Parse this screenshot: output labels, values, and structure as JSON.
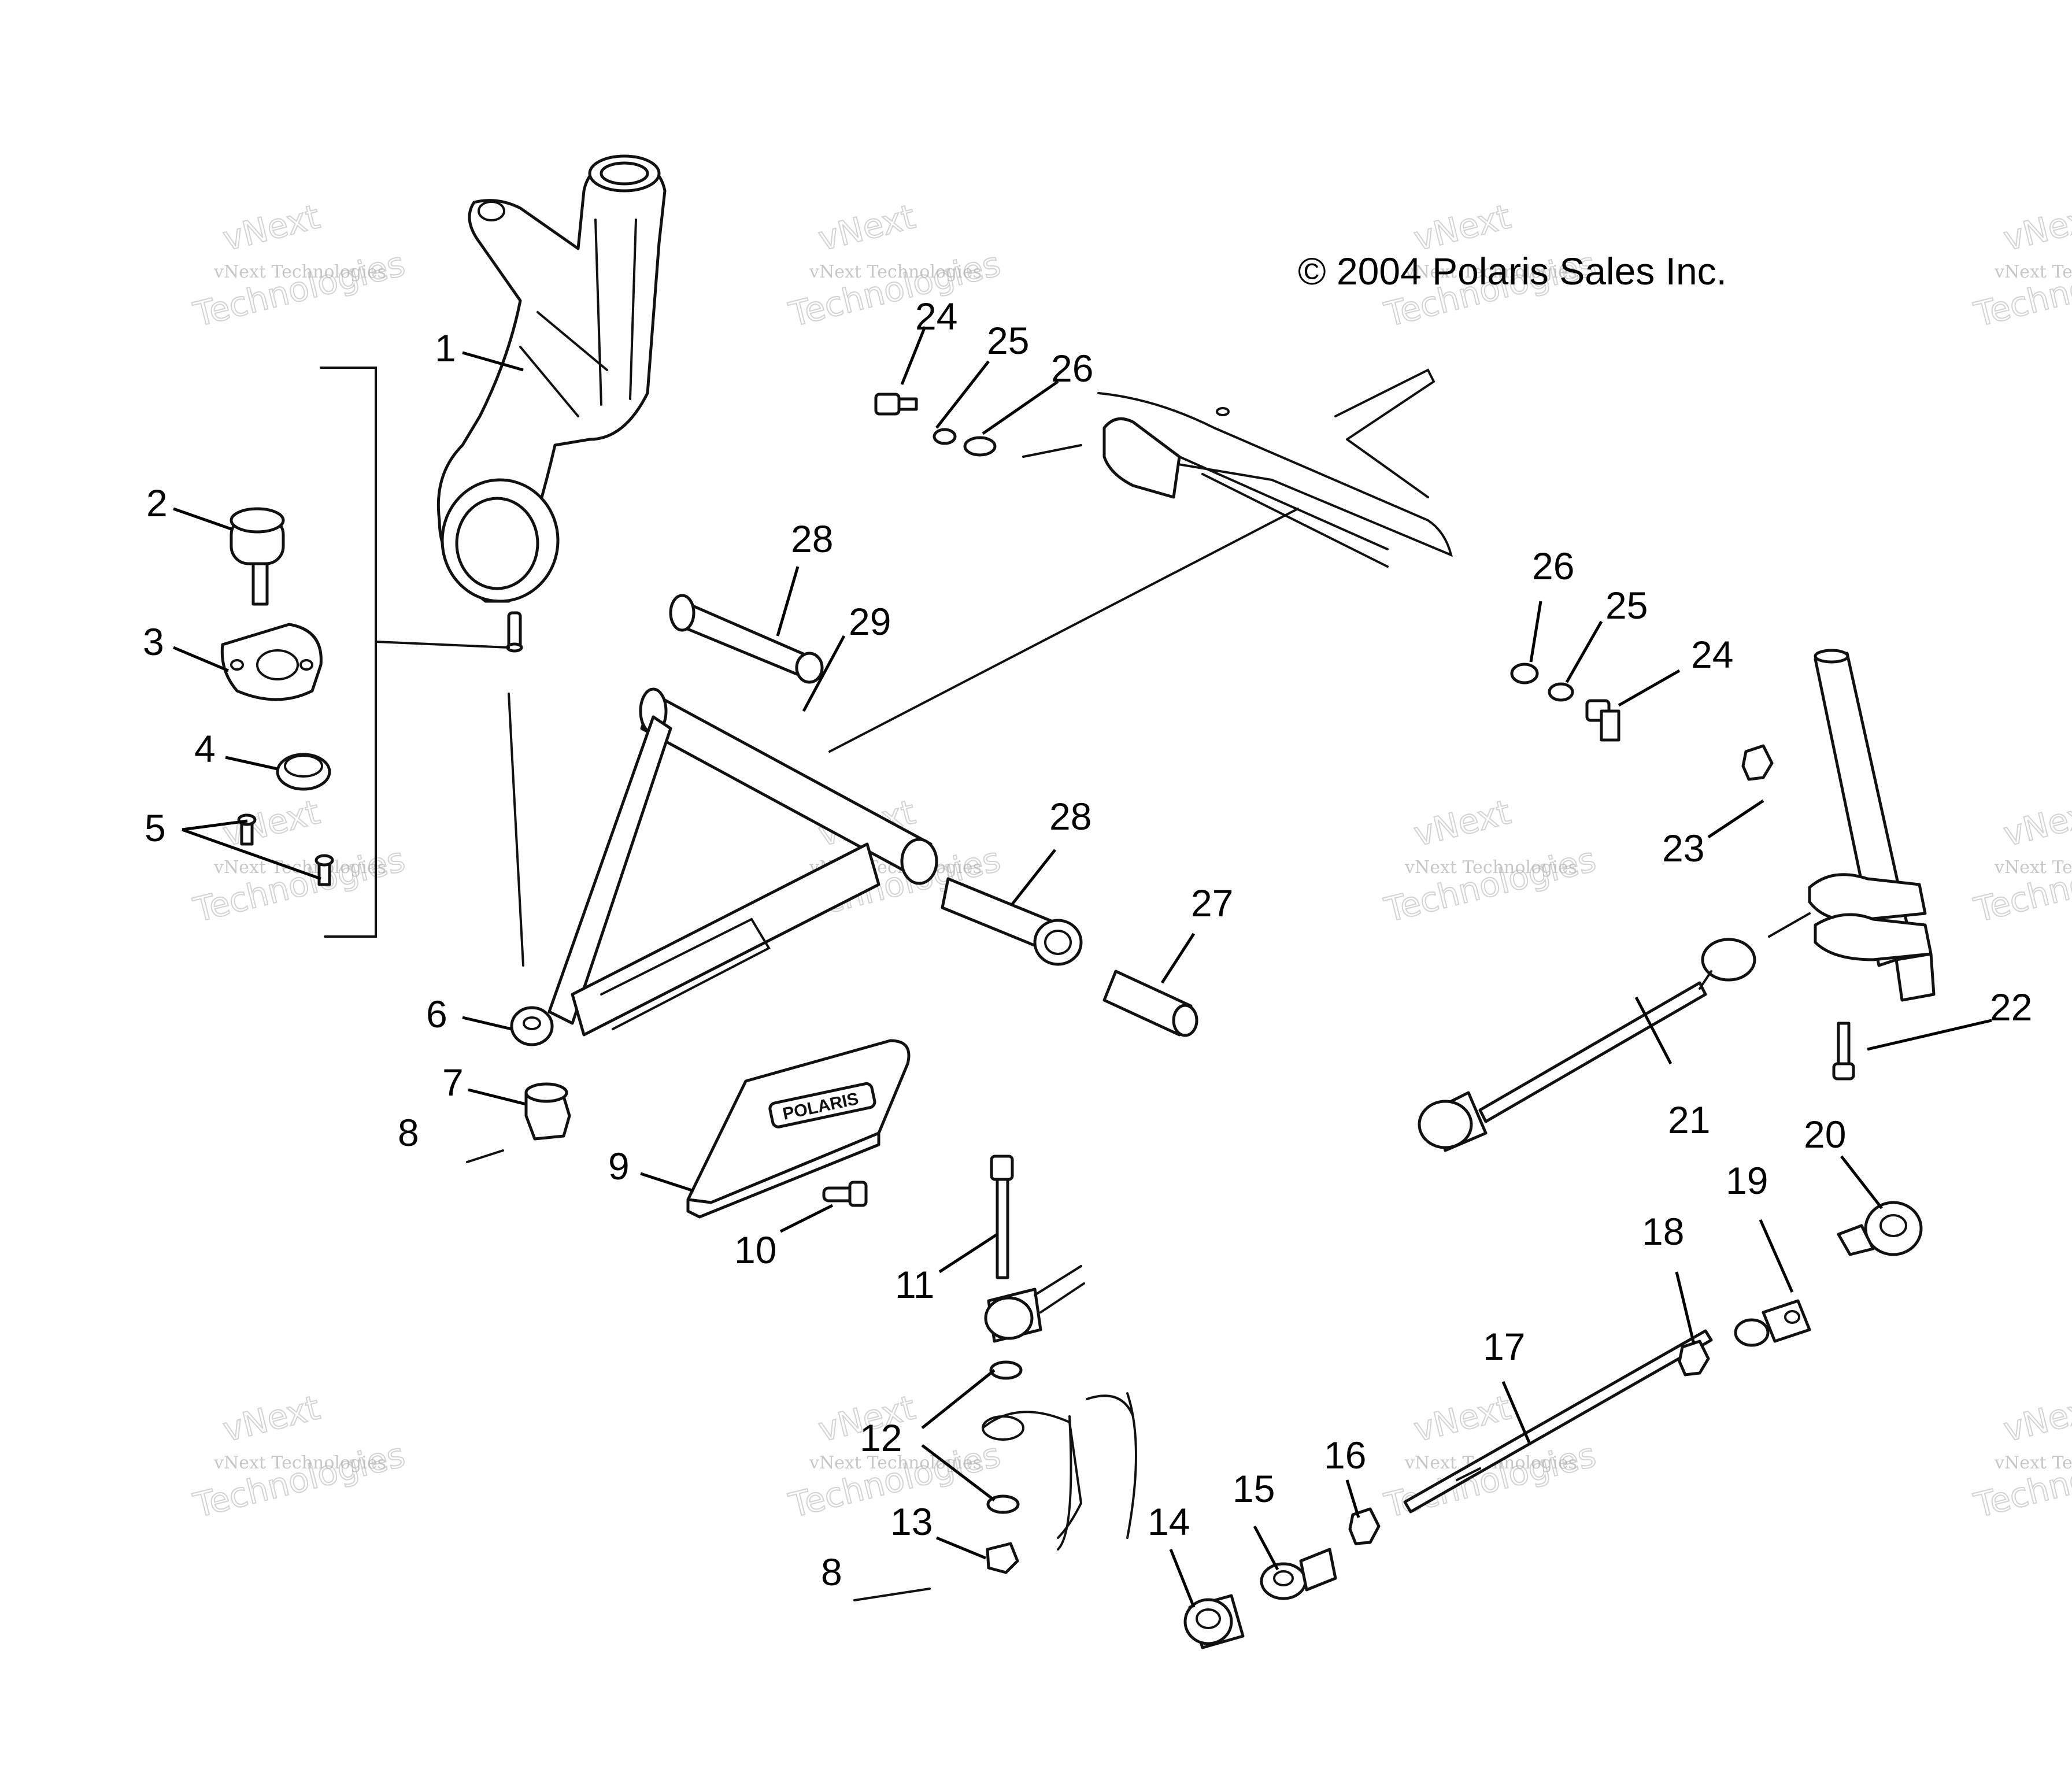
{
  "copyright": "© 2004 Polaris Sales Inc.",
  "brand_label": "POLARIS",
  "watermark": {
    "line_small": "vNext Technologies",
    "line_big": "Technologies",
    "line_top": "vNext"
  },
  "callouts": [
    {
      "id": "c1",
      "label": "1"
    },
    {
      "id": "c2",
      "label": "2"
    },
    {
      "id": "c3",
      "label": "3"
    },
    {
      "id": "c4",
      "label": "4"
    },
    {
      "id": "c5",
      "label": "5"
    },
    {
      "id": "c6",
      "label": "6"
    },
    {
      "id": "c7",
      "label": "7"
    },
    {
      "id": "c8a",
      "label": "8"
    },
    {
      "id": "c9",
      "label": "9"
    },
    {
      "id": "c10",
      "label": "10"
    },
    {
      "id": "c11",
      "label": "11"
    },
    {
      "id": "c12",
      "label": "12"
    },
    {
      "id": "c13",
      "label": "13"
    },
    {
      "id": "c8b",
      "label": "8"
    },
    {
      "id": "c14",
      "label": "14"
    },
    {
      "id": "c15",
      "label": "15"
    },
    {
      "id": "c16",
      "label": "16"
    },
    {
      "id": "c17",
      "label": "17"
    },
    {
      "id": "c18",
      "label": "18"
    },
    {
      "id": "c19",
      "label": "19"
    },
    {
      "id": "c20",
      "label": "20"
    },
    {
      "id": "c21",
      "label": "21"
    },
    {
      "id": "c22",
      "label": "22"
    },
    {
      "id": "c23",
      "label": "23"
    },
    {
      "id": "c24a",
      "label": "24"
    },
    {
      "id": "c25a",
      "label": "25"
    },
    {
      "id": "c26a",
      "label": "26"
    },
    {
      "id": "c26b",
      "label": "26"
    },
    {
      "id": "c25b",
      "label": "25"
    },
    {
      "id": "c24b",
      "label": "24"
    },
    {
      "id": "c28a",
      "label": "28"
    },
    {
      "id": "c29",
      "label": "29"
    },
    {
      "id": "c28b",
      "label": "28"
    },
    {
      "id": "c27",
      "label": "27"
    }
  ]
}
